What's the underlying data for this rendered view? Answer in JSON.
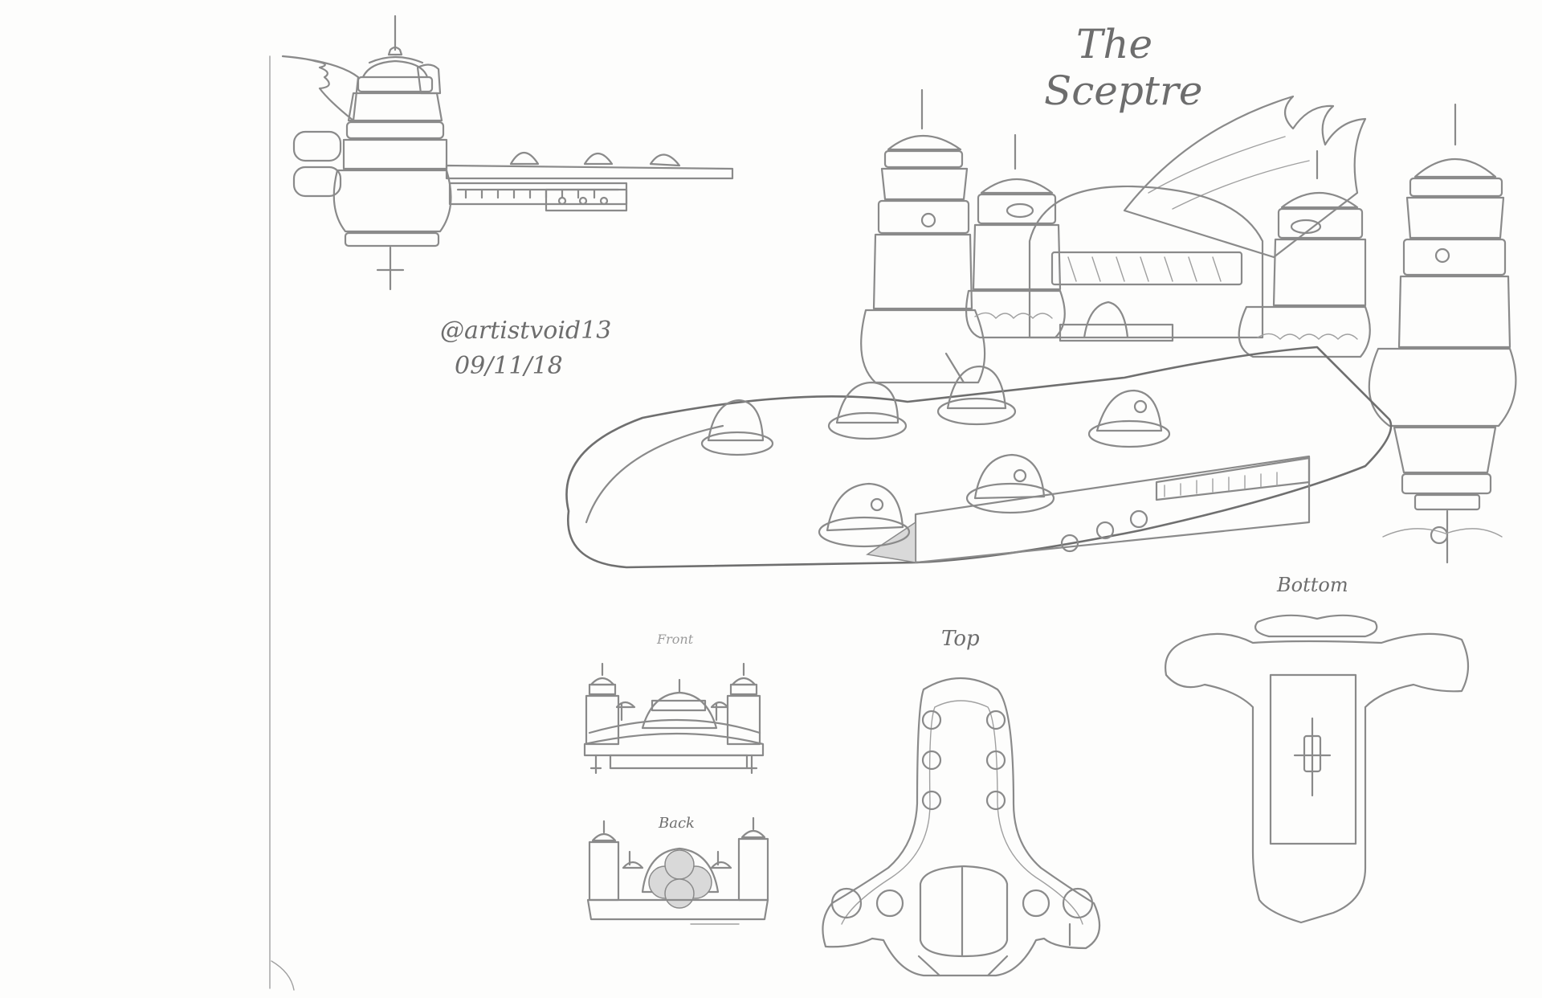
{
  "sketch": {
    "title_line1": "The",
    "title_line2": "Sceptre",
    "credit_handle": "@artistvoid13",
    "credit_date": "09/11/18",
    "view_labels": {
      "front": "Front",
      "back": "Back",
      "top": "Top",
      "bottom": "Bottom"
    }
  },
  "colors": {
    "paper": "#fdfdfc",
    "pencil": "#8a8a8a"
  }
}
